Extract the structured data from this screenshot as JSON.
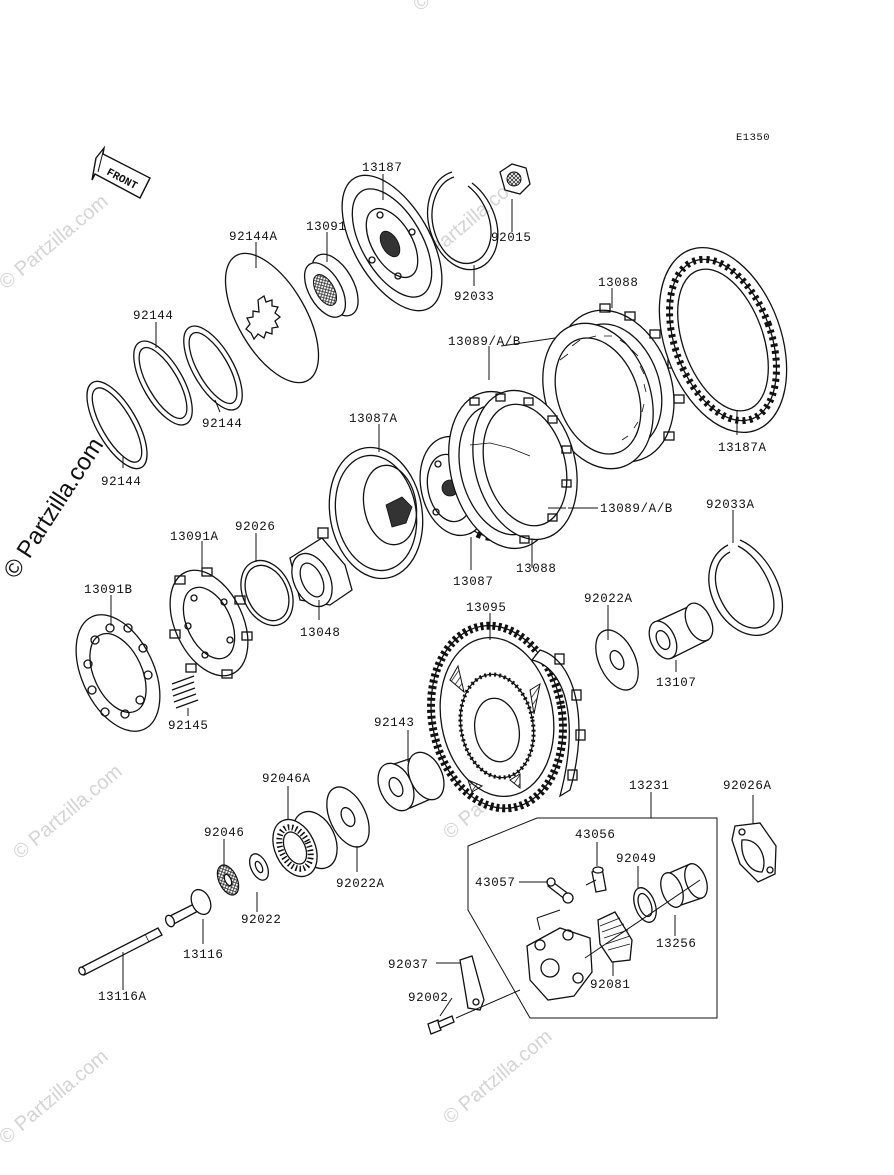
{
  "diagram_code": "E1350",
  "front_label": "FRONT",
  "watermarks": {
    "main": "© Partzilla.com",
    "faint": "© Partzilla.com"
  },
  "part_numbers": {
    "p13187": "13187",
    "p13091": "13091",
    "p92144A": "92144A",
    "p92015": "92015",
    "p92033": "92033",
    "p13088_top": "13088",
    "p92144_a": "92144",
    "p92144_b": "92144",
    "p92144_c": "92144",
    "p13089_top": "13089/A/B",
    "p13087A": "13087A",
    "p13187A": "13187A",
    "p13089_bot": "13089/A/B",
    "p92033A": "92033A",
    "p13091A": "13091A",
    "p92026": "92026",
    "p13087": "13087",
    "p13088_bot": "13088",
    "p13091B": "13091B",
    "p13048": "13048",
    "p13095": "13095",
    "p92022A_top": "92022A",
    "p13107": "13107",
    "p92145": "92145",
    "p92143": "92143",
    "p13231": "13231",
    "p92026A": "92026A",
    "p92046A": "92046A",
    "p43056": "43056",
    "p92046": "92046",
    "p92049": "92049",
    "p43057": "43057",
    "p92022A_bot": "92022A",
    "p92022": "92022",
    "p13256": "13256",
    "p13116": "13116",
    "p92037": "92037",
    "p92081": "92081",
    "p13116A": "13116A",
    "p92002": "92002"
  }
}
